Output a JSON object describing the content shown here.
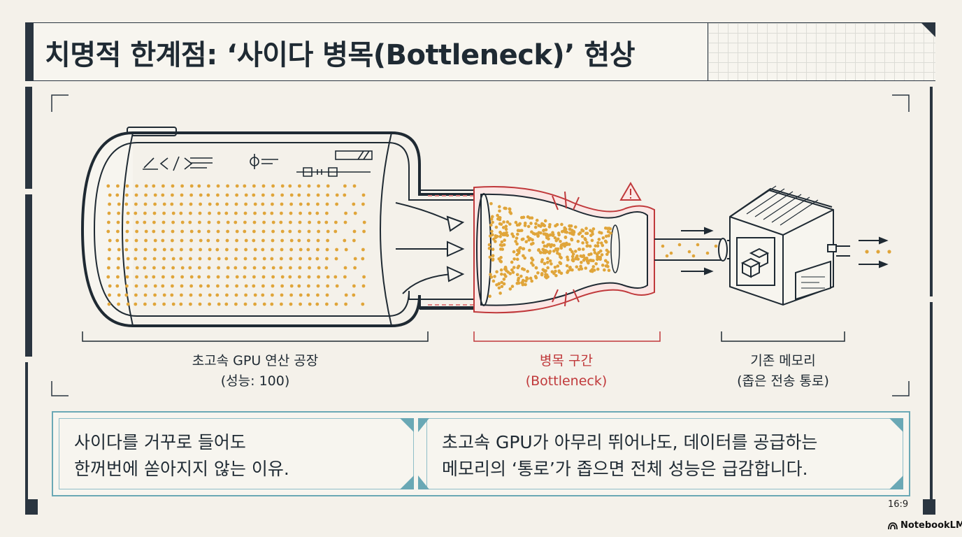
{
  "title": "치명적 한계점: ‘사이다 병목(Bottleneck)’ 현상",
  "diagram": {
    "gpu_label": [
      "초고속 GPU 연산 공장",
      "(성능: 100)"
    ],
    "bottleneck_label": [
      "병목 구간",
      "(Bottleneck)"
    ],
    "memory_label": [
      "기존 메모리",
      "(좁은 전송 통로)"
    ]
  },
  "boxes": {
    "left": [
      "사이다를 거꾸로 들어도",
      "한꺼번에 쏟아지지 않는 이유."
    ],
    "right": [
      "초고속 GPU가 아무리 뛰어나도, 데이터를 공급하는",
      "메모리의 ‘통로’가 좁으면 전체 성능은 급감합니다."
    ]
  },
  "footer": {
    "aspect": "16:9",
    "brand": "NotebookLM"
  },
  "colors": {
    "ink": "#2a3540",
    "dots": "#e0a53a",
    "bottleneck_red": "#c0393b",
    "teal": "#6aa8b5"
  }
}
